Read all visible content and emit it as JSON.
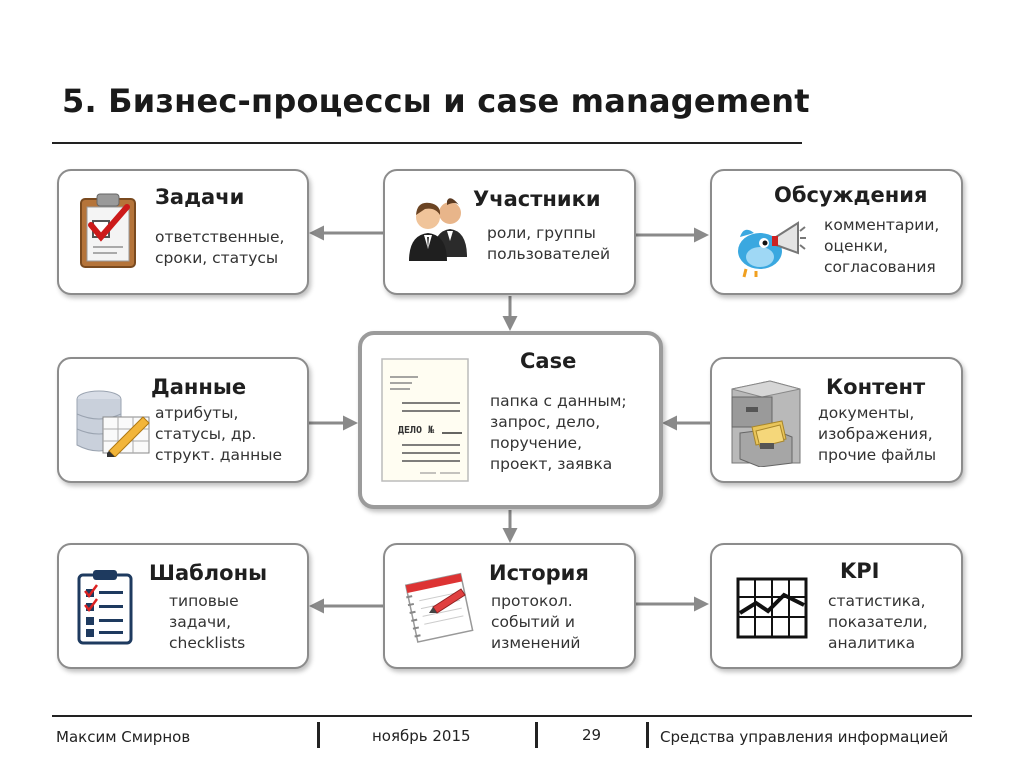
{
  "slide": {
    "title": "5. Бизнес-процессы и case management"
  },
  "boxes": {
    "tasks": {
      "heading": "Задачи",
      "lines": [
        "ответственные,",
        "сроки, статусы"
      ],
      "icon": "clipboard-check-icon"
    },
    "members": {
      "heading": "Участники",
      "lines": [
        "роли, группы",
        "пользователей"
      ],
      "icon": "people-icon"
    },
    "discuss": {
      "heading": "Обсуждения",
      "lines": [
        "комментарии,",
        "оценки,",
        "согласования"
      ],
      "icon": "bird-megaphone-icon"
    },
    "data": {
      "heading": "Данные",
      "lines": [
        "атрибуты,",
        "статусы, др.",
        "структ. данные"
      ],
      "icon": "database-icon"
    },
    "case": {
      "heading": "Case",
      "lines": [
        "папка с данным;",
        "запрос, дело,",
        "поручение,",
        "проект, заявка"
      ],
      "icon": "document-icon",
      "doc_label": "ДЕЛО №"
    },
    "content": {
      "heading": "Контент",
      "lines": [
        "документы,",
        "изображения,",
        "прочие файлы"
      ],
      "icon": "file-cabinet-icon"
    },
    "templates": {
      "heading": "Шаблоны",
      "lines": [
        "типовые",
        "задачи,",
        "checklists"
      ],
      "icon": "checklist-icon"
    },
    "history": {
      "heading": "История",
      "lines": [
        "протокол.",
        "событий и",
        "изменений"
      ],
      "icon": "notebook-icon"
    },
    "kpi": {
      "heading": "KPI",
      "lines": [
        "статистика,",
        "показатели,",
        "аналитика"
      ],
      "icon": "line-chart-icon"
    }
  },
  "footer": {
    "author": "Максим Смирнов",
    "date": "ноябрь 2015",
    "page": "29",
    "course": "Средства управления информацией"
  },
  "colors": {
    "border": "#8c8c8c",
    "arrow": "#8a8a8a",
    "text": "#222222"
  }
}
